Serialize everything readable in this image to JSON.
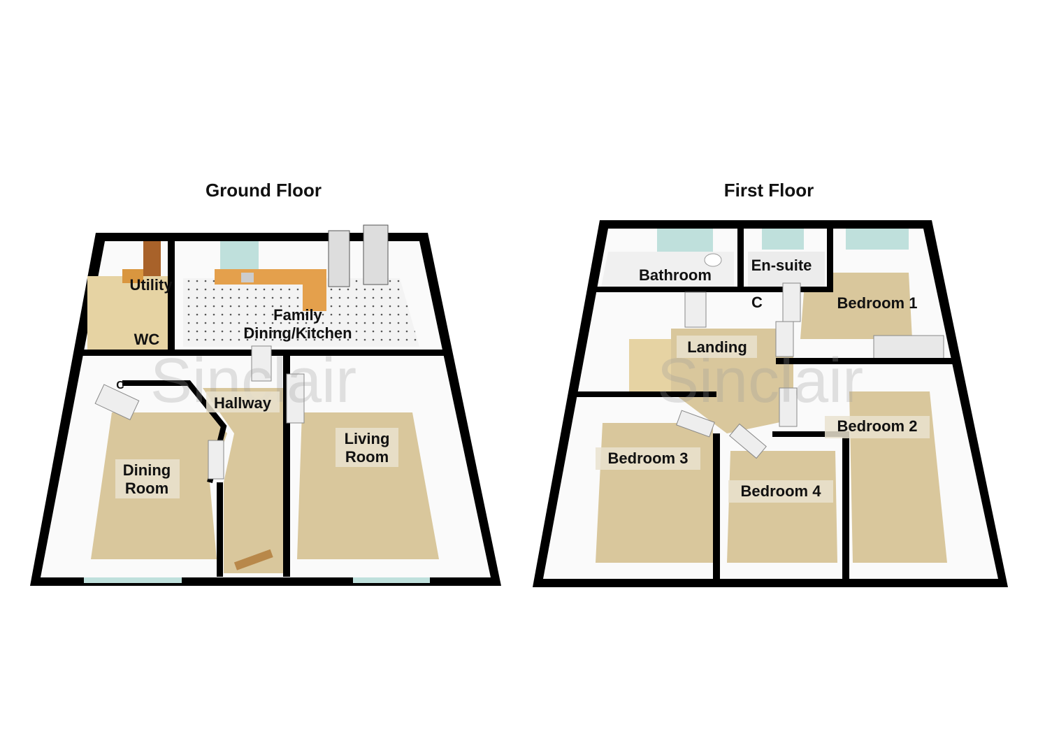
{
  "watermark": "Sinclair",
  "ground_floor": {
    "title": "Ground Floor",
    "rooms": {
      "utility": "Utility",
      "wc": "WC",
      "kitchen_1": "Family",
      "kitchen_2": "Dining/Kitchen",
      "cupboard": "C",
      "hallway": "Hallway",
      "dining_1": "Dining",
      "dining_2": "Room",
      "living_1": "Living",
      "living_2": "Room"
    }
  },
  "first_floor": {
    "title": "First Floor",
    "rooms": {
      "bathroom": "Bathroom",
      "ensuite": "En-suite",
      "cupboard": "C",
      "bedroom1": "Bedroom 1",
      "landing": "Landing",
      "bedroom2": "Bedroom 2",
      "bedroom3": "Bedroom 3",
      "bedroom4": "Bedroom 4"
    }
  },
  "colors": {
    "carpet": "#d9c79c",
    "wall": "#000000",
    "tile": "#f2f2f2"
  }
}
